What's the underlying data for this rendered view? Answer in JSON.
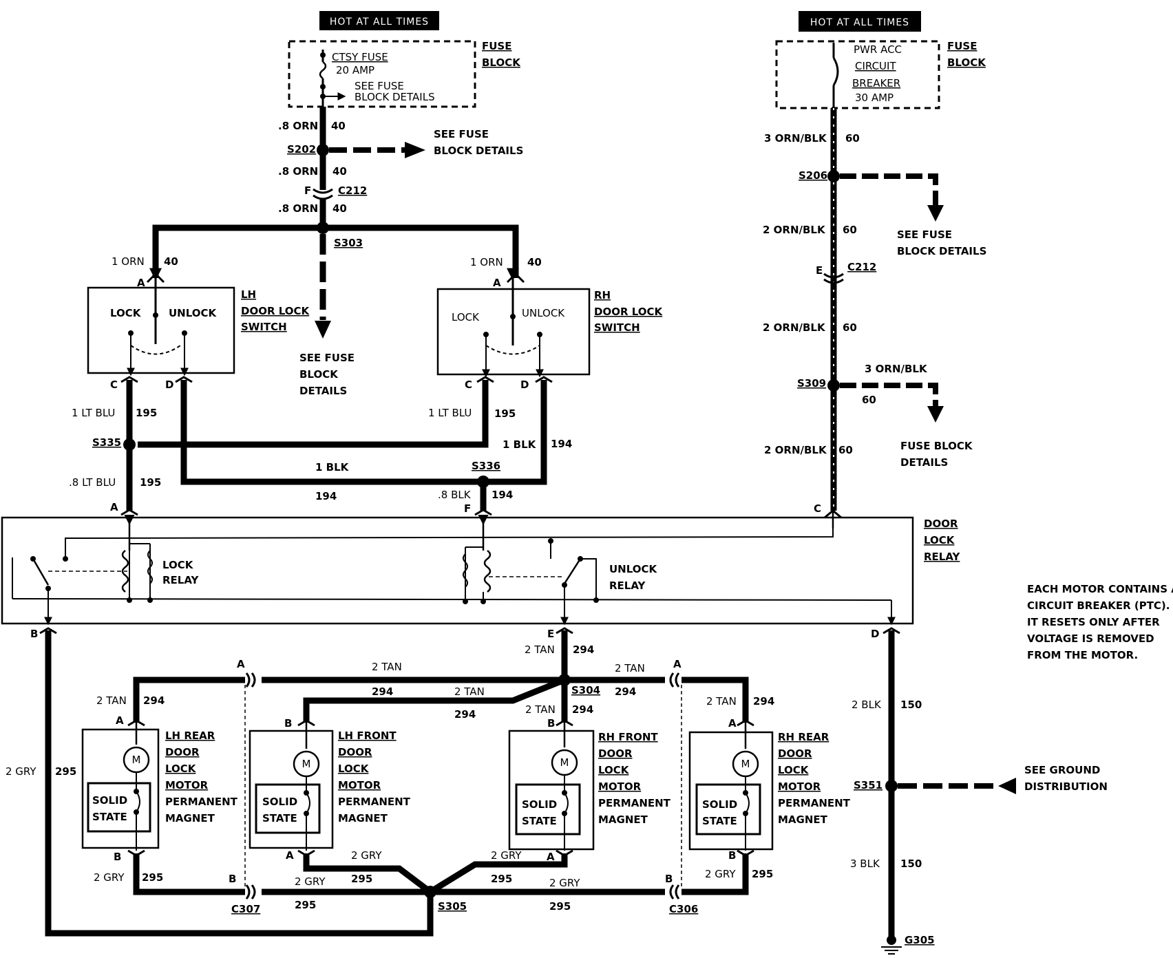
{
  "headers": {
    "left": "HOT AT ALL TIMES",
    "right": "HOT AT ALL TIMES"
  },
  "fuse_left": {
    "name": "CTSY FUSE",
    "rating": "20 AMP",
    "see_line1": "SEE FUSE",
    "see_line2": "BLOCK DETAILS",
    "block_line1": "FUSE",
    "block_line2": "BLOCK"
  },
  "fuse_right": {
    "line1": "PWR ACC",
    "line2": "CIRCUIT",
    "line3": "BREAKER",
    "rating": "30 AMP",
    "block_line1": "FUSE",
    "block_line2": "BLOCK"
  },
  "labels": {
    "orn_8": ".8 ORN",
    "orn_8_alt": ".8 ORN",
    "orn_8_c": ".8 ORN",
    "ckt40": "40",
    "s202": "S202",
    "see_fuse_s202_1": "SEE FUSE",
    "see_fuse_s202_2": "BLOCK DETAILS",
    "pin_f": "F",
    "c212": "C212",
    "s303": "S303",
    "orn_1": "1 ORN",
    "see_fuse_s303_1": "SEE FUSE",
    "see_fuse_s303_2": "BLOCK",
    "see_fuse_s303_3": "DETAILS",
    "pin_a": "A",
    "pin_c": "C",
    "pin_d": "D",
    "pin_b": "B",
    "pin_e": "E",
    "lock": "LOCK",
    "unlock": "UNLOCK",
    "unlock_lh": "UNLOCK",
    "lh_switch_1": "LH",
    "lh_switch_2": "DOOR LOCK",
    "lh_switch_3": "SWITCH",
    "rh_switch_1": "RH",
    "rh_switch_2": "DOOR LOCK",
    "rh_switch_3": "SWITCH",
    "lt_blu_1": "1 LT BLU",
    "lt_blu_8": ".8 LT BLU",
    "ckt195": "195",
    "s335": "S335",
    "s336": "S336",
    "blk_1": "1 BLK",
    "blk_8": ".8 BLK",
    "ckt194": "194",
    "orn_blk_3": "3 ORN/BLK",
    "orn_blk_2": "2 ORN/BLK",
    "ckt60": "60",
    "s206": "S206",
    "s309": "S309",
    "see_fuse_s206_1": "SEE FUSE",
    "see_fuse_s206_2": "BLOCK DETAILS",
    "fuse_s309_1": "FUSE BLOCK",
    "fuse_s309_2": "DETAILS",
    "relay_1": "DOOR",
    "relay_2": "LOCK",
    "relay_3": "RELAY",
    "lock_relay_1": "LOCK",
    "lock_relay_2": "RELAY",
    "unlock_relay_1": "UNLOCK",
    "unlock_relay_2": "RELAY",
    "ptc_1": "EACH MOTOR CONTAINS A",
    "ptc_2": "CIRCUIT BREAKER (PTC).",
    "ptc_3": "IT RESETS ONLY AFTER",
    "ptc_4": "VOLTAGE IS REMOVED",
    "ptc_5": "FROM THE MOTOR.",
    "tan_2": "2 TAN",
    "ckt294": "294",
    "s304": "S304",
    "gry_2": "2 GRY",
    "ckt295": "295",
    "s305": "S305",
    "c307": "C307",
    "c306": "C306",
    "blk_2": "2 BLK",
    "blk_3": "3 BLK",
    "ckt150": "150",
    "s351": "S351",
    "g305": "G305",
    "see_ground_1": "SEE GROUND",
    "see_ground_2": "DISTRIBUTION",
    "m": "M",
    "solid": "SOLID",
    "state": "STATE"
  },
  "motors": [
    {
      "line1": "LH REAR",
      "line2": "DOOR",
      "line3": "LOCK",
      "line4": "MOTOR",
      "line5": "PERMANENT",
      "line6": "MAGNET"
    },
    {
      "line1": "LH FRONT",
      "line2": "DOOR",
      "line3": "LOCK",
      "line4": "MOTOR",
      "line5": "PERMANENT",
      "line6": "MAGNET"
    },
    {
      "line1": "RH FRONT",
      "line2": "DOOR",
      "line3": "LOCK",
      "line4": "MOTOR",
      "line5": "PERMANENT",
      "line6": "MAGNET"
    },
    {
      "line1": "RH REAR",
      "line2": "DOOR",
      "line3": "LOCK",
      "line4": "MOTOR",
      "line5": "PERMANENT",
      "line6": "MAGNET"
    }
  ]
}
